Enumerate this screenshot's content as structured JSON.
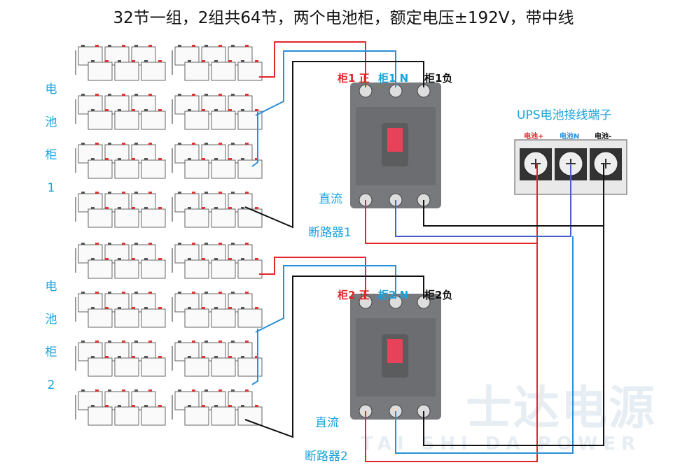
{
  "title": "32节一组，2组共64节，两个电池柜，额定电压±192V，带中线",
  "cabinets": [
    {
      "label_chars": [
        "电",
        "池",
        "柜",
        "1"
      ],
      "pos": "柜1 正",
      "n": "柜1 N",
      "neg": "柜1负",
      "breaker": [
        "直流",
        "断路器1"
      ]
    },
    {
      "label_chars": [
        "电",
        "池",
        "柜",
        "2"
      ],
      "pos": "柜2 正",
      "n": "柜2 N",
      "neg": "柜2负",
      "breaker": [
        "直流",
        "断路器2"
      ]
    }
  ],
  "terminal": {
    "title": "UPS电池接线端子",
    "pos": "电池+",
    "n": "电池N",
    "neg": "电池-"
  },
  "watermark": {
    "cn": "士达电源",
    "en": "TAI SHI DA POWER"
  },
  "colors": {
    "positive": "#e3262b",
    "neutral": "#2b8fd6",
    "negative": "#111111",
    "label": "#1aa3dc"
  }
}
